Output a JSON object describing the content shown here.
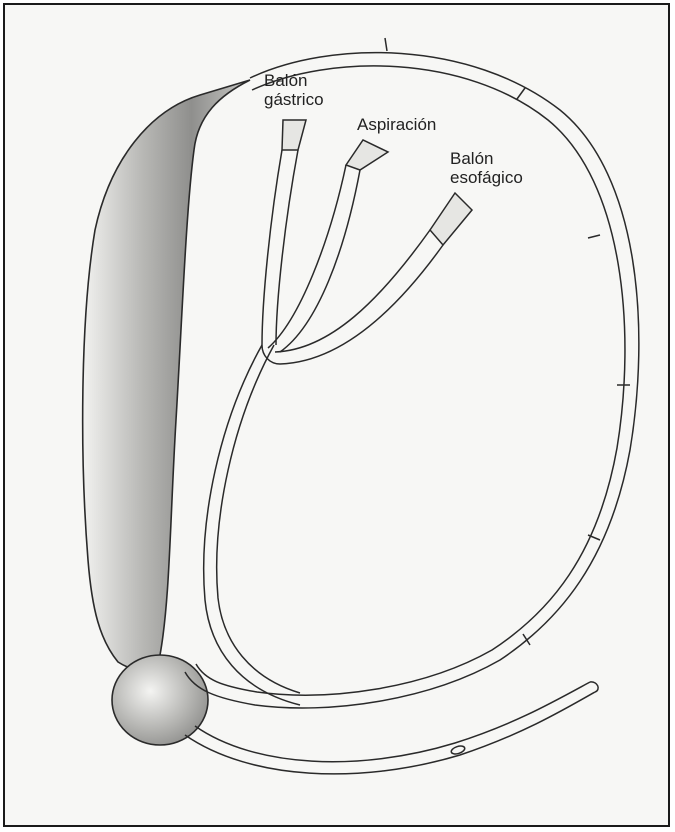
{
  "labels": {
    "gastric_balloon": [
      "Balón",
      "gástrico"
    ],
    "aspiration": [
      "Aspiración"
    ],
    "esophageal_balloon": [
      "Balón",
      "esofágico"
    ]
  },
  "colors": {
    "line": "#2a2a2a",
    "tube_fill": "#ebebe8",
    "balloon_dark": "#9a9a98",
    "balloon_light": "#f0f0ee",
    "background": "#f7f7f5"
  }
}
